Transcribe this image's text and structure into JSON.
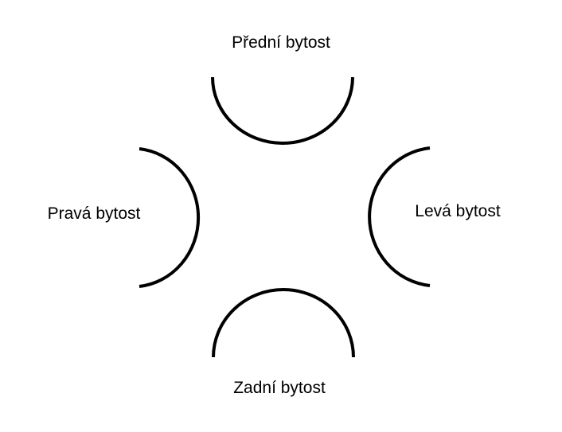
{
  "labels": {
    "front": "Přední bytost",
    "right": "Pravá bytost",
    "left": "Levá bytost",
    "back": "Zadní bytost"
  },
  "colors": {
    "stroke": "#000000",
    "background": "#ffffff"
  }
}
